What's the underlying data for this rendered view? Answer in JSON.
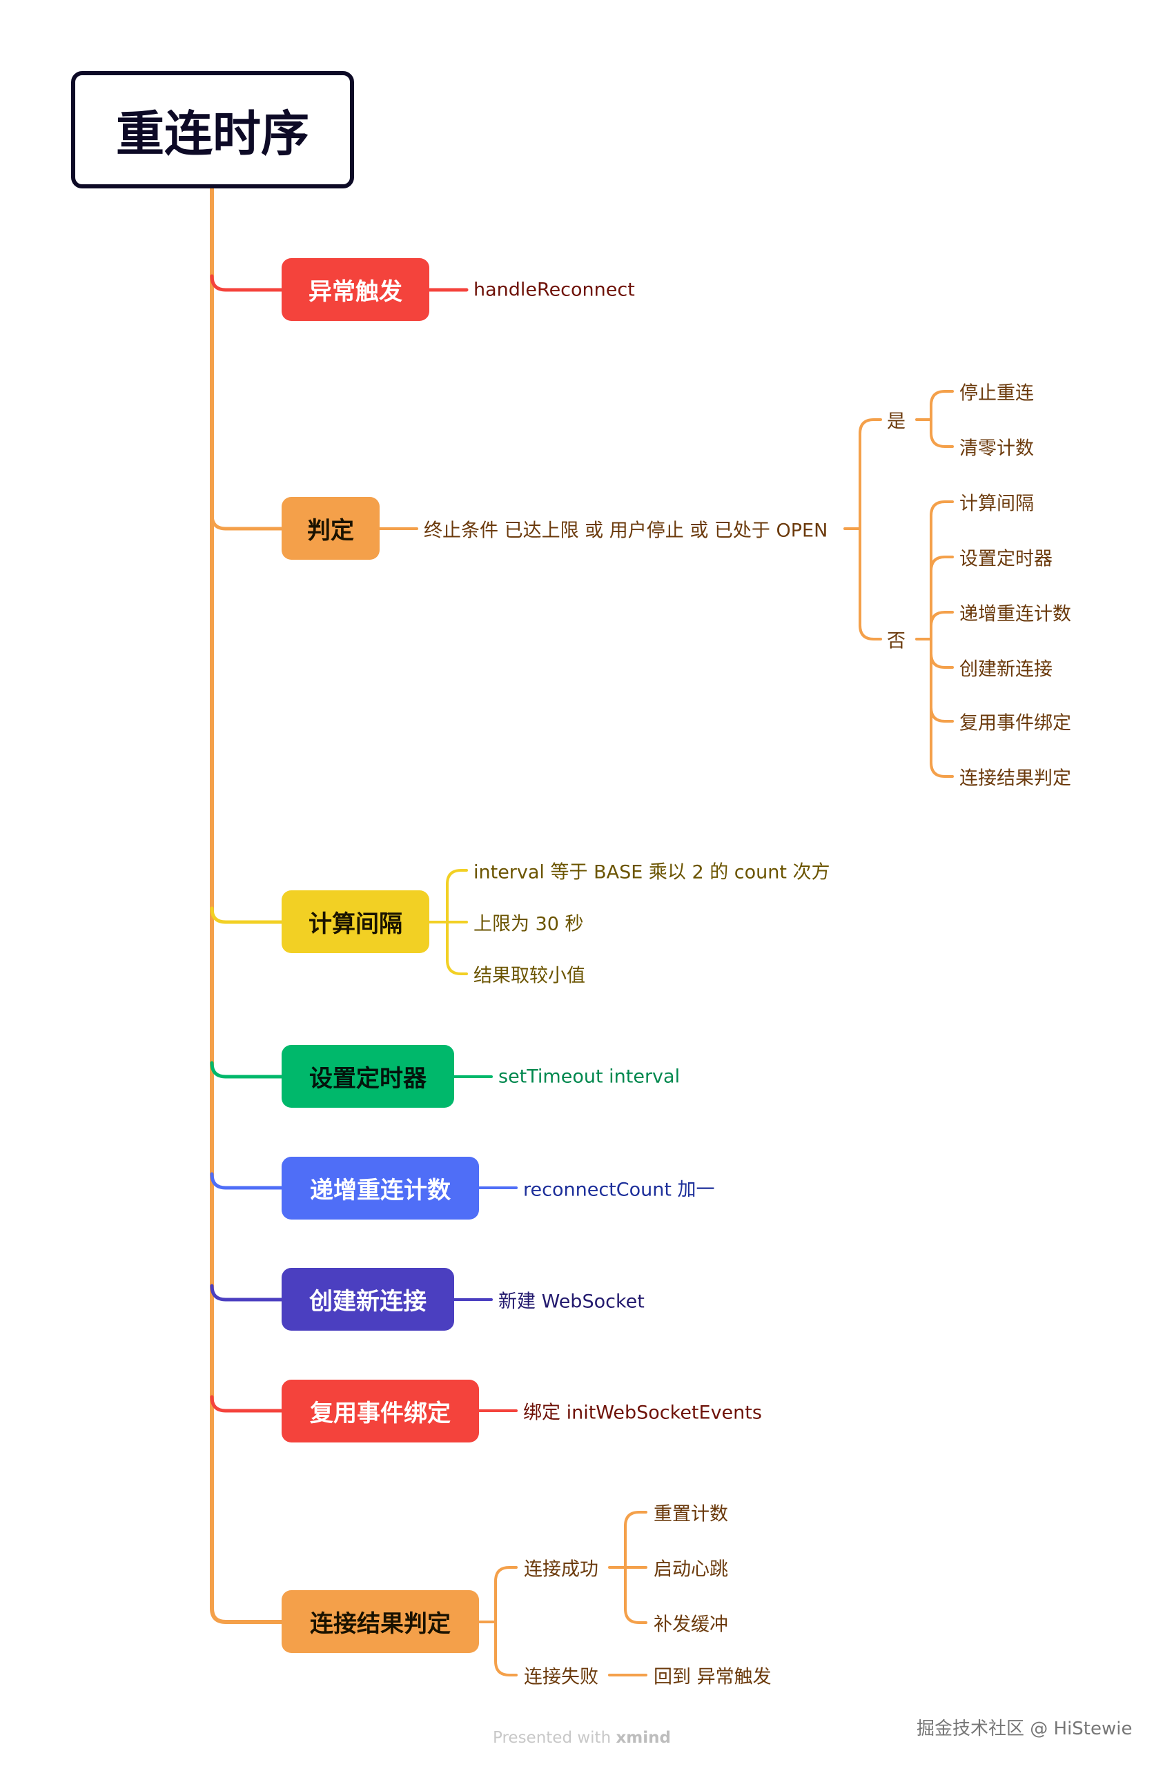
{
  "title": "重连时序",
  "colors": {
    "trunk": "#f4a04a",
    "red": "#f4433c",
    "orange": "#f4a04a",
    "yellow": "#f2d024",
    "green": "#00b86b",
    "blue": "#4f6ef7",
    "indigo": "#4b3fc0"
  },
  "branches": [
    {
      "label": "异常触发",
      "leaf": "handleReconnect"
    },
    {
      "label": "判定",
      "leaf": "终止条件 已达上限 或 用户停止 或 已处于 OPEN",
      "yes": {
        "label": "是",
        "items": [
          "停止重连",
          "清零计数"
        ]
      },
      "no": {
        "label": "否",
        "items": [
          "计算间隔",
          "设置定时器",
          "递增重连计数",
          "创建新连接",
          "复用事件绑定",
          "连接结果判定"
        ]
      }
    },
    {
      "label": "计算间隔",
      "items": [
        "interval 等于 BASE 乘以 2 的 count 次方",
        "上限为 30 秒",
        "结果取较小值"
      ]
    },
    {
      "label": "设置定时器",
      "leaf": "setTimeout interval"
    },
    {
      "label": "递增重连计数",
      "leaf": "reconnectCount 加一"
    },
    {
      "label": "创建新连接",
      "leaf": "新建 WebSocket"
    },
    {
      "label": "复用事件绑定",
      "leaf": "绑定 initWebSocketEvents"
    },
    {
      "label": "连接结果判定",
      "success": {
        "label": "连接成功",
        "items": [
          "重置计数",
          "启动心跳",
          "补发缓冲"
        ]
      },
      "fail": {
        "label": "连接失败",
        "items": [
          "回到 异常触发"
        ]
      }
    }
  ],
  "footer": {
    "presented": "Presented with ",
    "brand": "xmind",
    "watermark": "掘金技术社区 @ HiStewie"
  }
}
